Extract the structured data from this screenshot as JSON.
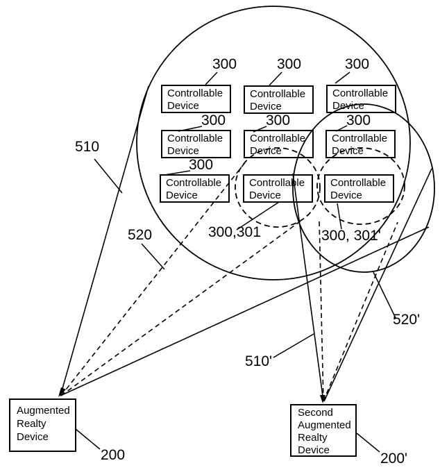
{
  "figure": {
    "controllable_device": "Controllable Device",
    "augmented_reality_device": "Augmented Realty Device",
    "second_augmented_reality_device": "Second Augmented Realty Device"
  },
  "refs": {
    "r300": "300",
    "r300_301": "300,301",
    "r300_301_prime": "300, 301'",
    "r510": "510",
    "r520": "520",
    "r510_prime": "510'",
    "r520_prime": "520'",
    "r200": "200",
    "r200_prime": "200'"
  },
  "colors": {
    "stroke": "#000000",
    "background": "#ffffff"
  }
}
